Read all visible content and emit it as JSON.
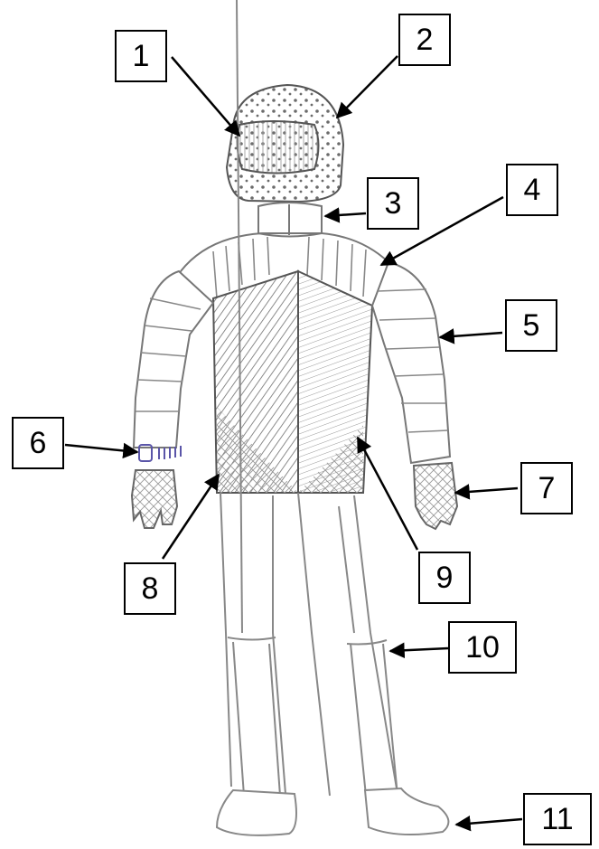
{
  "labels": [
    "1",
    "2",
    "3",
    "4",
    "5",
    "6",
    "7",
    "8",
    "9",
    "10",
    "11"
  ],
  "colors": {
    "pencil": "#8a8a8a",
    "pencil_dark": "#555555",
    "ink": "#000000",
    "watch": "#5a55a8"
  }
}
